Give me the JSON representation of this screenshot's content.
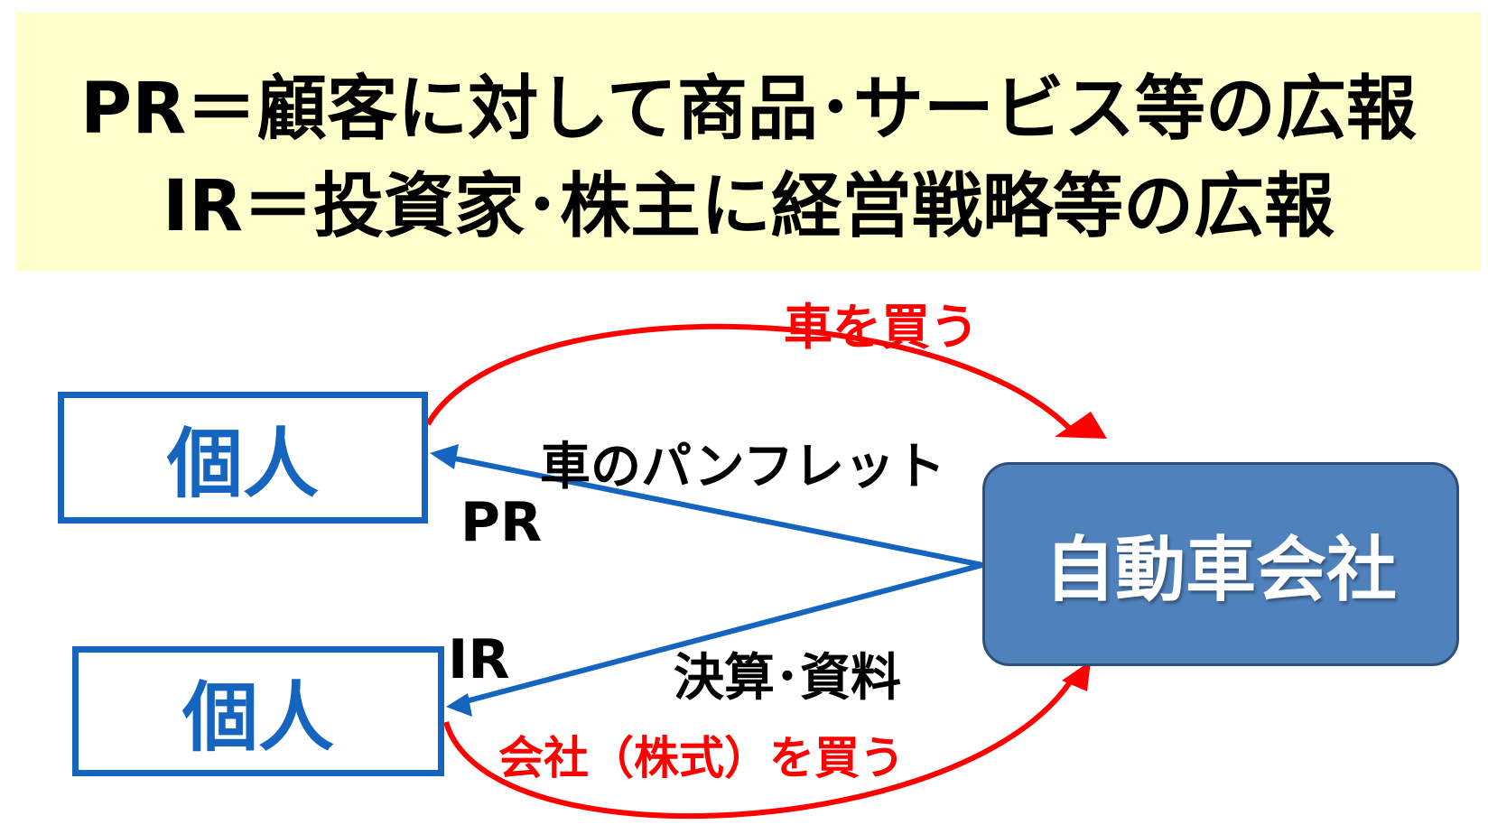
{
  "title": {
    "line1": "PR＝顧客に対して商品･サービス等の広報",
    "line2": "IR＝投資家･株主に経営戦略等の広報"
  },
  "nodes": {
    "person_top": "個人",
    "person_bottom": "個人",
    "company": "自動車会社"
  },
  "labels": {
    "buy_car": "車を買う",
    "pamphlet": "車のパンフレット",
    "pr": "PR",
    "ir": "IR",
    "settlement": "決算･資料",
    "buy_company": "会社（株式）を買う"
  },
  "colors": {
    "banner": "#ffffcc",
    "blue": "#1565c0",
    "company_fill": "#4f81bd",
    "red": "#ff0000"
  }
}
